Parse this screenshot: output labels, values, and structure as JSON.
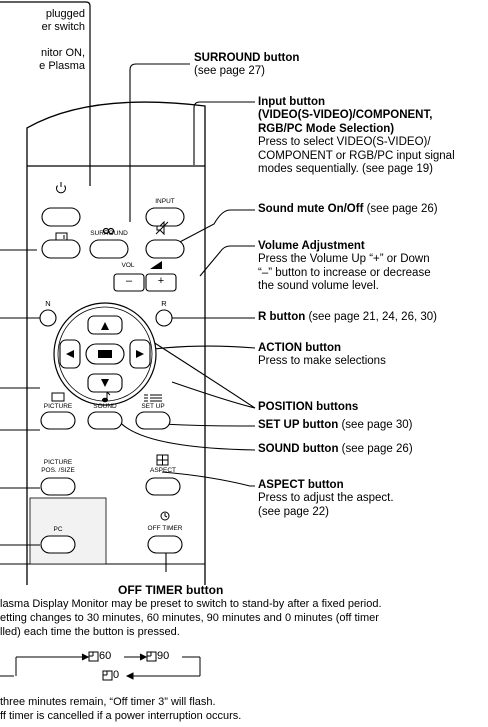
{
  "top_left_text": [
    "plugged",
    "er switch",
    "nitor ON,",
    "e Plasma"
  ],
  "callouts": {
    "surround": {
      "title": "SURROUND button",
      "desc": "(see page 27)"
    },
    "input": {
      "title_lines": [
        "Input button",
        "(VIDEO(S-VIDEO)/COMPONENT,",
        "RGB/PC Mode Selection)"
      ],
      "desc_lines": [
        "Press to select VIDEO(S-VIDEO)/",
        "COMPONENT or RGB/PC input signal",
        "modes sequentially. (see page 19)"
      ]
    },
    "mute": {
      "title": "Sound mute On/Off",
      "desc": " (see page 26)"
    },
    "volume": {
      "title": "Volume Adjustment",
      "desc_lines": [
        "Press the Volume Up “+” or Down",
        "“–” button to increase or decrease",
        "the sound volume level."
      ]
    },
    "r": {
      "title": "R button",
      "desc": " (see page 21, 24, 26, 30)"
    },
    "action": {
      "title": "ACTION button",
      "desc": "Press to make selections"
    },
    "position": {
      "title": "POSITION buttons"
    },
    "setup": {
      "title": "SET UP button",
      "desc": " (see page 30)"
    },
    "sound": {
      "title": "SOUND button",
      "desc": " (see page 26)"
    },
    "aspect": {
      "title": "ASPECT button",
      "desc_lines": [
        "Press to adjust the aspect.",
        "(see page 22)"
      ]
    },
    "offtimer": {
      "title": "OFF TIMER button"
    }
  },
  "remote_labels": {
    "input": "INPUT",
    "surround": "SURROUND",
    "vol": "VOL",
    "minus": "–",
    "plus": "+",
    "n": "N",
    "r": "R",
    "picture": "PICTURE",
    "sound": "SOUND",
    "setup": "SET UP",
    "picture_pos_line1": "PICTURE",
    "picture_pos_line2": "POS. /SIZE",
    "aspect": "ASPECT",
    "pc": "PC",
    "off_timer": "OFF TIMER"
  },
  "bottom_text": {
    "line1": "lasma Display Monitor may be preset to switch to stand-by after a fixed period.",
    "line2": "etting changes to 30 minutes, 60 minutes, 90 minutes and 0 minutes (off timer",
    "line3": "lled) each time the button is pressed.",
    "timer_60": "60",
    "timer_90": "90",
    "timer_0": "0",
    "note1": "three minutes remain, “Off timer 3” will flash.",
    "note2": "ff timer is cancelled if a power interruption occurs."
  }
}
